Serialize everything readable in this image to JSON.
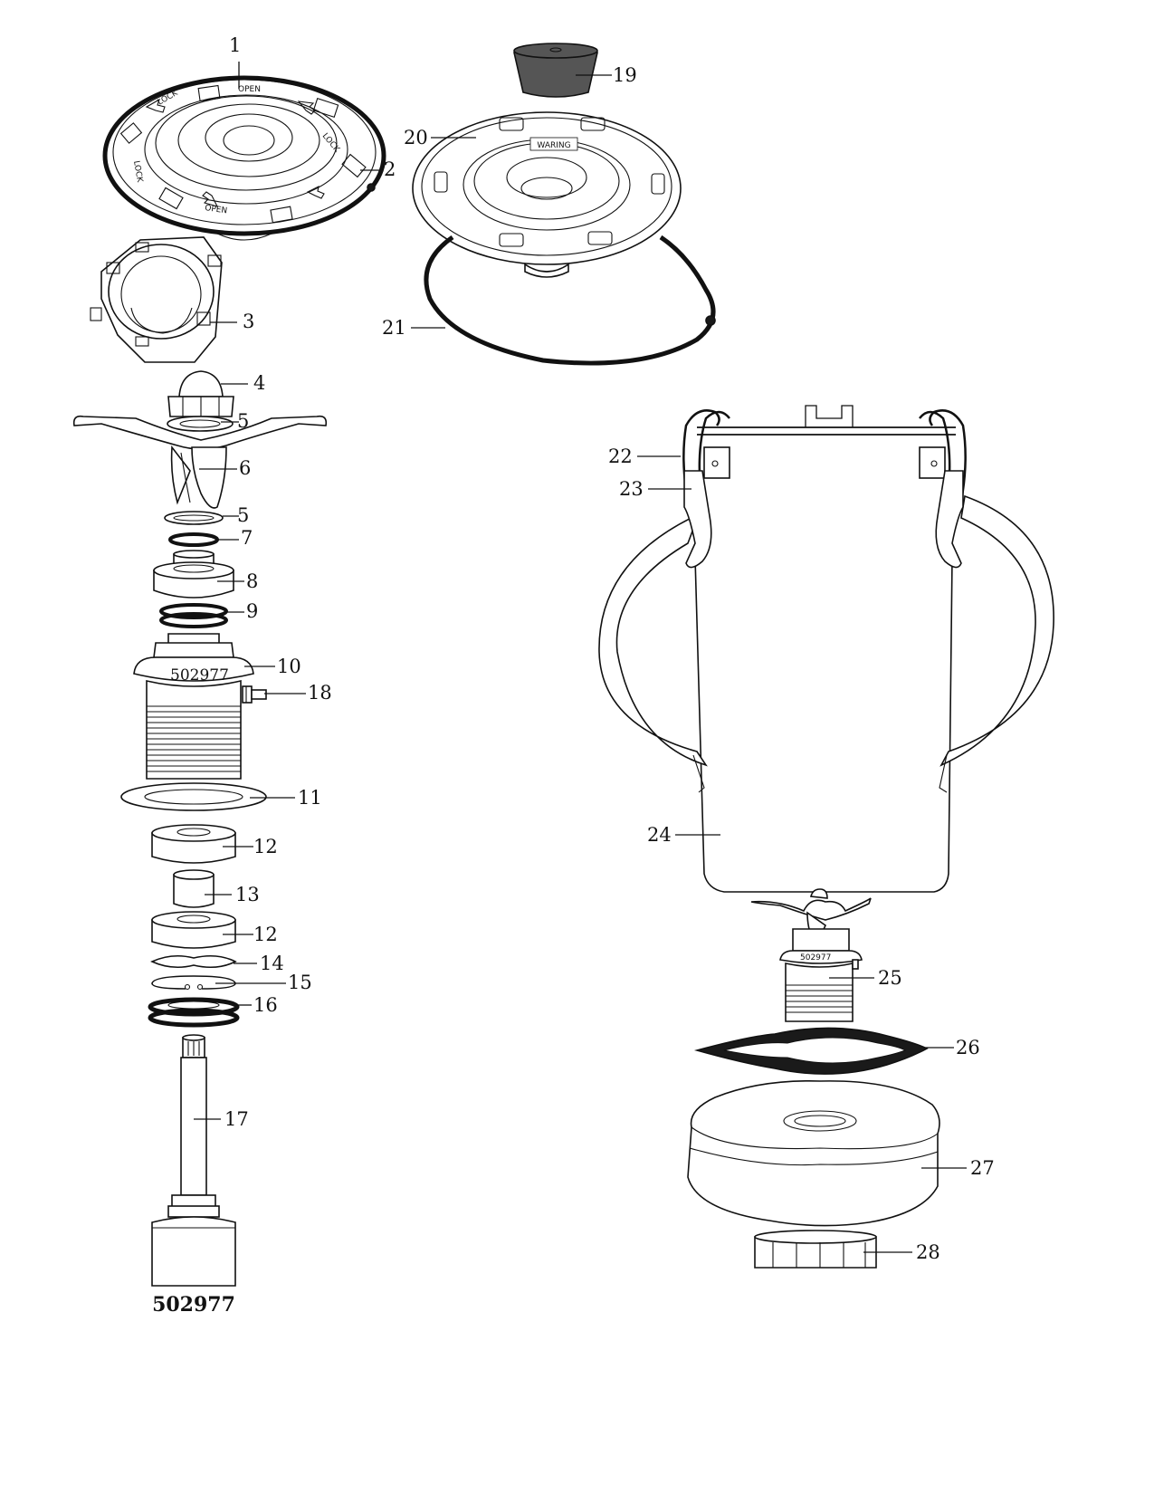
{
  "callouts": {
    "c1": "1",
    "c2": "2",
    "c3": "3",
    "c4": "4",
    "c5a": "5",
    "c5b": "5",
    "c6": "6",
    "c7": "7",
    "c8": "8",
    "c9": "9",
    "c10": "10",
    "c11": "11",
    "c12a": "12",
    "c12b": "12",
    "c13": "13",
    "c14": "14",
    "c15": "15",
    "c16": "16",
    "c17": "17",
    "c18": "18",
    "c19": "19",
    "c20": "20",
    "c21": "21",
    "c22": "22",
    "c23": "23",
    "c24": "24",
    "c25": "25",
    "c26": "26",
    "c27": "27",
    "c28": "28"
  },
  "markings": {
    "bearing_housing": "502977",
    "assembly_small": "502977",
    "lid_brand": "WARING",
    "lid_open_a": "OPEN",
    "lid_open_b": "OPEN",
    "lid_lock_a": "LOCK",
    "lid_lock_b": "LOCK",
    "lid_lock_c": "LOCK"
  },
  "assembly_part_number": "502977",
  "colors": {
    "ink": "#111111",
    "plug_fill": "#555555"
  }
}
